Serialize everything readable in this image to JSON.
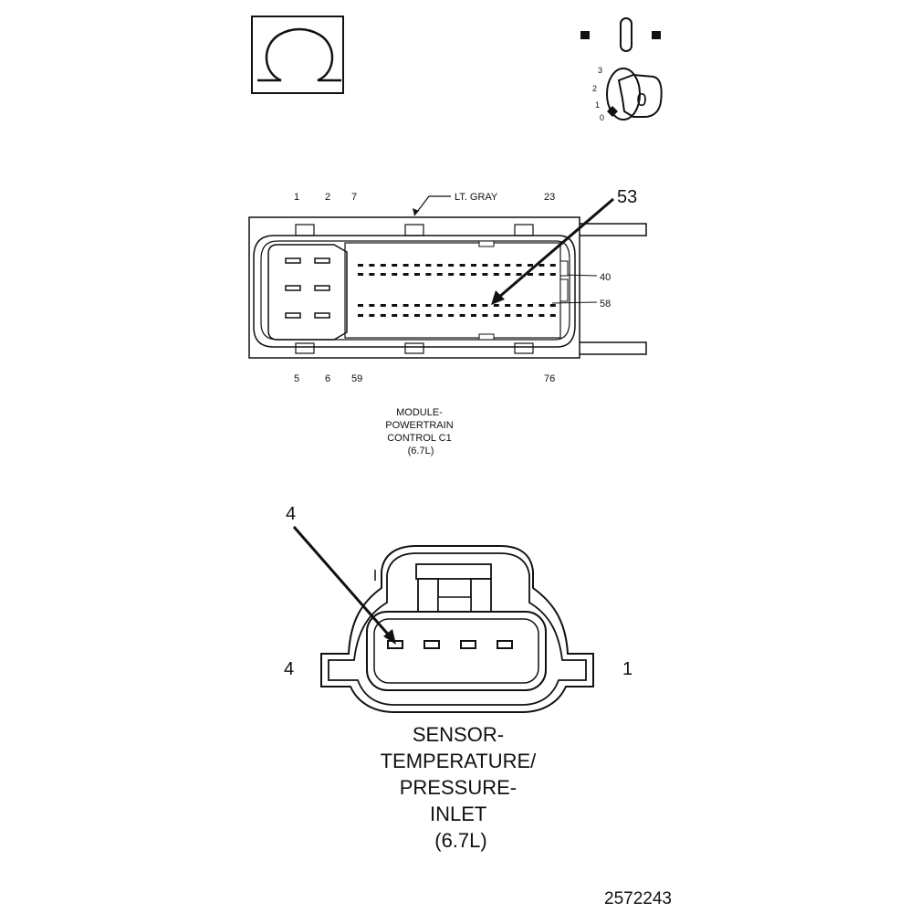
{
  "resistance_icon": {
    "symbol": "Ω"
  },
  "ignition": {
    "positions": [
      "3",
      "2",
      "1",
      "0"
    ],
    "key_label": "0"
  },
  "pcm_connector": {
    "color_label": "LT. GRAY",
    "pin_top": [
      "1",
      "2",
      "7",
      "23"
    ],
    "pin_bottom": [
      "5",
      "6",
      "59",
      "76"
    ],
    "pin_right": [
      "40",
      "58"
    ],
    "callout_pin": "53",
    "caption_lines": [
      "MODULE-",
      "POWERTRAIN",
      "CONTROL C1",
      "(6.7L)"
    ]
  },
  "sensor_connector": {
    "callout_pin": "4",
    "left_pin": "4",
    "right_pin": "1",
    "caption_lines": [
      "SENSOR-",
      "TEMPERATURE/",
      "PRESSURE-",
      "INLET",
      "(6.7L)"
    ]
  },
  "figure_number": "2572243"
}
